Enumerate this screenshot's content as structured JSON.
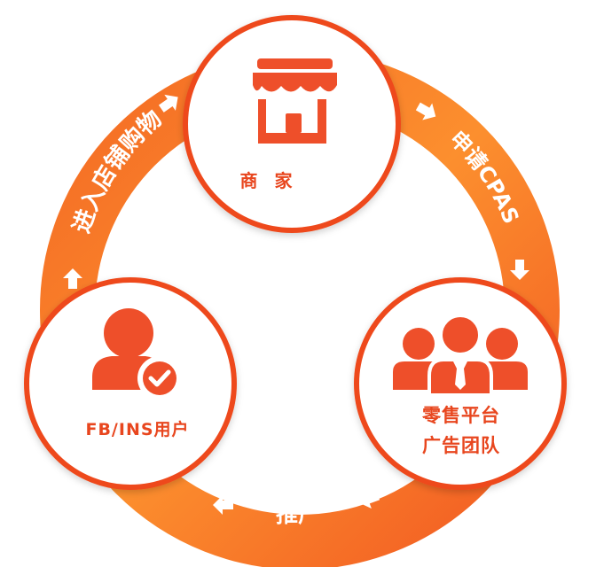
{
  "nodes": {
    "merchant": {
      "label": "商 家"
    },
    "user": {
      "label": "FB/INS用户"
    },
    "team": {
      "line1": "零售平台",
      "line2": "广告团队"
    }
  },
  "edges": {
    "left": "进入店铺购物",
    "right": "申请CPAS",
    "bottom": "推广"
  },
  "colors": {
    "ring_light": "#fb8c2c",
    "ring_dark": "#ee4d1d",
    "node_border": "#ee4a1c",
    "icon": "#ee4f2a",
    "text": "#e8461e"
  }
}
